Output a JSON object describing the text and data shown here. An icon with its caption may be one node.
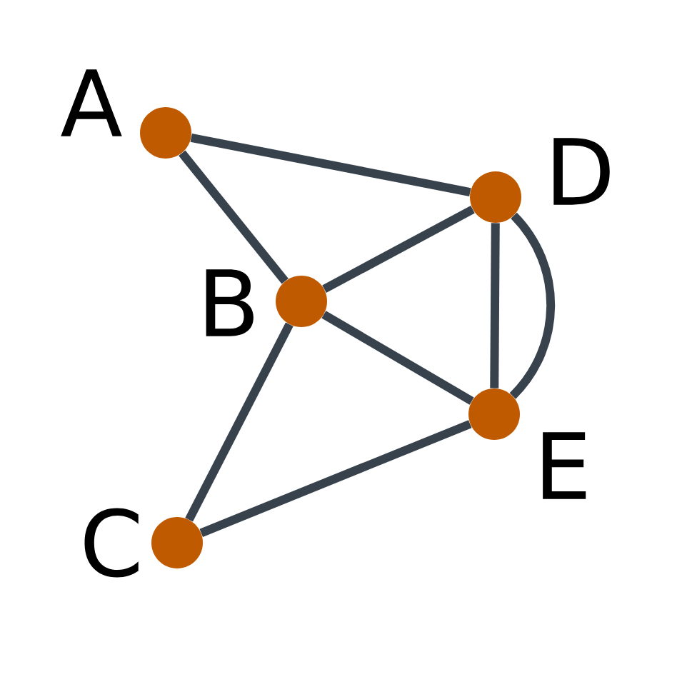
{
  "diagram": {
    "nodes": [
      {
        "text": [],
        "shape": "circle",
        "beside": [
          "A"
        ]
      },
      {
        "text": [],
        "shape": "circle",
        "beside": [
          "B"
        ]
      },
      {
        "text": [],
        "shape": "circle",
        "beside": [
          "C"
        ]
      },
      {
        "text": [],
        "shape": "circle",
        "beside": [
          "D"
        ]
      },
      {
        "text": [],
        "shape": "circle",
        "beside": [
          "E"
        ]
      }
    ],
    "edges": [
      {
        "from": 0,
        "to": 1,
        "arrow": "none"
      },
      {
        "from": 0,
        "to": 3,
        "arrow": "none"
      },
      {
        "from": 1,
        "to": 3,
        "arrow": "none"
      },
      {
        "from": 1,
        "to": 4,
        "arrow": "none"
      },
      {
        "from": 1,
        "to": 2,
        "arrow": "none"
      },
      {
        "from": 2,
        "to": 4,
        "arrow": "none"
      },
      {
        "from": 3,
        "to": 4,
        "arrow": "none"
      },
      {
        "from": 3,
        "to": 4,
        "arrow": "none"
      }
    ]
  }
}
